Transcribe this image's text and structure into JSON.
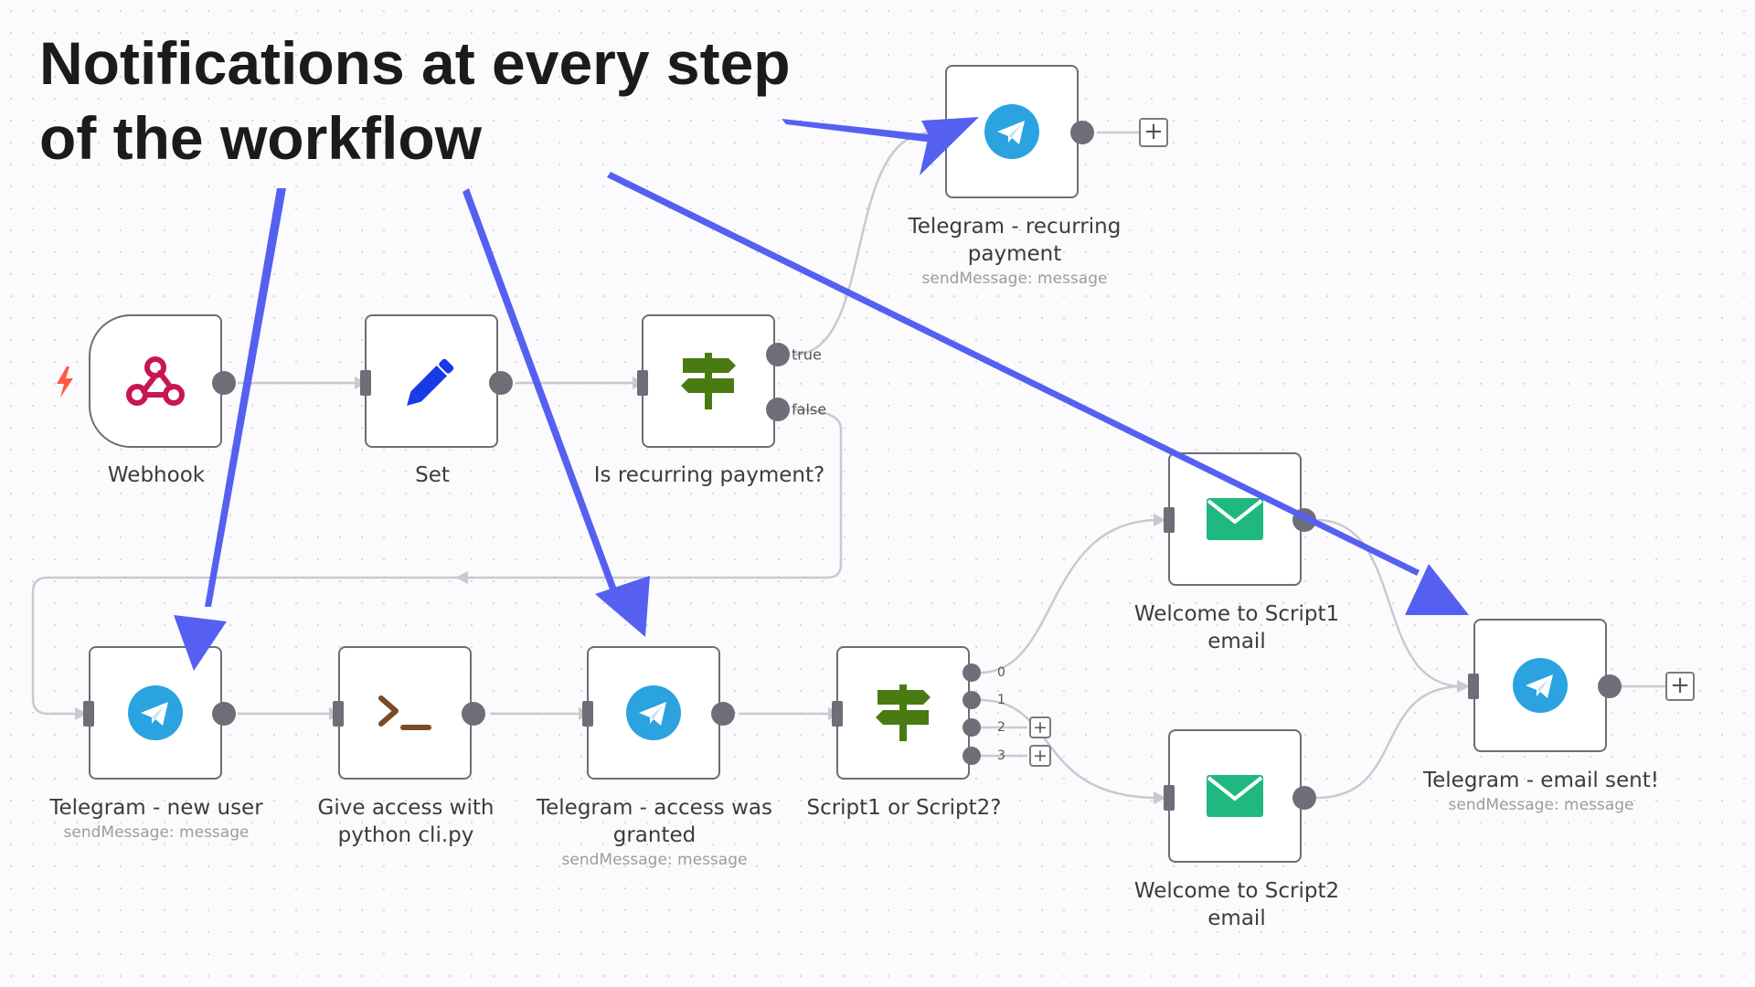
{
  "headline": {
    "line1": "Notifications at every step",
    "line2": "of the workflow"
  },
  "colors": {
    "arrow": "#5660f0",
    "telegram": "#2aa3e0",
    "email": "#1fb881",
    "switch": "#4a7a12",
    "set": "#1839e6",
    "webhook": "#c8174f",
    "terminal": "#7b4a25",
    "trigger": "#ff5a44",
    "port": "#6e6e78"
  },
  "nodes": {
    "webhook": {
      "title": "Webhook",
      "icon": "webhook-icon"
    },
    "set": {
      "title": "Set",
      "icon": "pencil-icon"
    },
    "is_recurring": {
      "title": "Is recurring payment?",
      "icon": "signpost-icon",
      "out_true": "true",
      "out_false": "false"
    },
    "tg_recurring": {
      "title_line1": "Telegram - recurring",
      "title_line2": "payment",
      "subtitle": "sendMessage: message",
      "icon": "telegram-icon"
    },
    "tg_new_user": {
      "title": "Telegram - new user",
      "subtitle": "sendMessage: message",
      "icon": "telegram-icon"
    },
    "give_access": {
      "title_line1": "Give access with",
      "title_line2": "python cli.py",
      "icon": "terminal-icon"
    },
    "tg_access": {
      "title_line1": "Telegram - access was",
      "title_line2": "granted",
      "subtitle": "sendMessage: message",
      "icon": "telegram-icon"
    },
    "script_switch": {
      "title": "Script1 or Script2?",
      "icon": "signpost-icon",
      "outputs": [
        "0",
        "1",
        "2",
        "3"
      ]
    },
    "welcome1": {
      "title_line1": "Welcome to Script1",
      "title_line2": "email",
      "icon": "envelope-icon"
    },
    "welcome2": {
      "title_line1": "Welcome to Script2",
      "title_line2": "email",
      "icon": "envelope-icon"
    },
    "tg_email_sent": {
      "title": "Telegram - email sent!",
      "subtitle": "sendMessage: message",
      "icon": "telegram-icon"
    }
  },
  "add_button_symbol": "+"
}
